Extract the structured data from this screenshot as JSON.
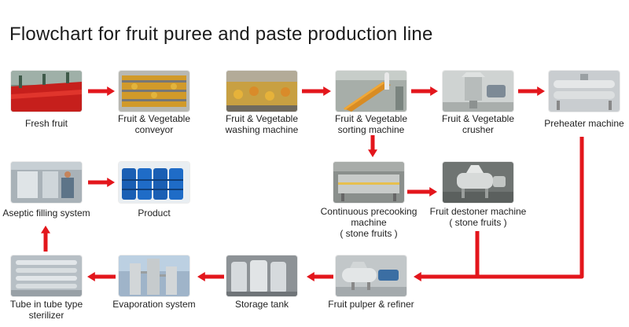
{
  "title": "Flowchart for fruit puree and paste production line",
  "colors": {
    "arrow": "#e3161c"
  },
  "nodes": {
    "fresh_fruit": {
      "lines": [
        "Fresh fruit"
      ],
      "icon": "tomato-field-photo"
    },
    "conveyor": {
      "lines": [
        "Fruit & Vegetable",
        "conveyor"
      ],
      "icon": "roller-conveyor-photo"
    },
    "washing": {
      "lines": [
        "Fruit & Vegetable",
        "washing machine"
      ],
      "icon": "washing-machine-photo"
    },
    "sorting": {
      "lines": [
        "Fruit & Vegetable",
        "sorting machine"
      ],
      "icon": "sorting-line-photo"
    },
    "crusher": {
      "lines": [
        "Fruit & Vegetable",
        "crusher"
      ],
      "icon": "crusher-photo"
    },
    "preheater": {
      "lines": [
        "Preheater machine"
      ],
      "icon": "preheater-photo"
    },
    "precooking": {
      "lines": [
        "Continuous precooking",
        "machine",
        "( stone fruits )"
      ],
      "icon": "precooking-machine-photo"
    },
    "destoner": {
      "lines": [
        "Fruit destoner machine",
        "( stone fruits )"
      ],
      "icon": "destoner-photo"
    },
    "aseptic": {
      "lines": [
        "Aseptic filling system"
      ],
      "icon": "aseptic-filler-photo"
    },
    "product": {
      "lines": [
        "Product"
      ],
      "icon": "blue-drums-photo"
    },
    "sterilizer": {
      "lines": [
        "Tube in tube type",
        "sterilizer"
      ],
      "icon": "tube-sterilizer-photo"
    },
    "evaporation": {
      "lines": [
        "Evaporation system"
      ],
      "icon": "evaporator-photo"
    },
    "storage": {
      "lines": [
        "Storage tank"
      ],
      "icon": "storage-tanks-photo"
    },
    "pulper": {
      "lines": [
        "Fruit pulper & refiner"
      ],
      "icon": "pulper-refiner-photo"
    }
  }
}
